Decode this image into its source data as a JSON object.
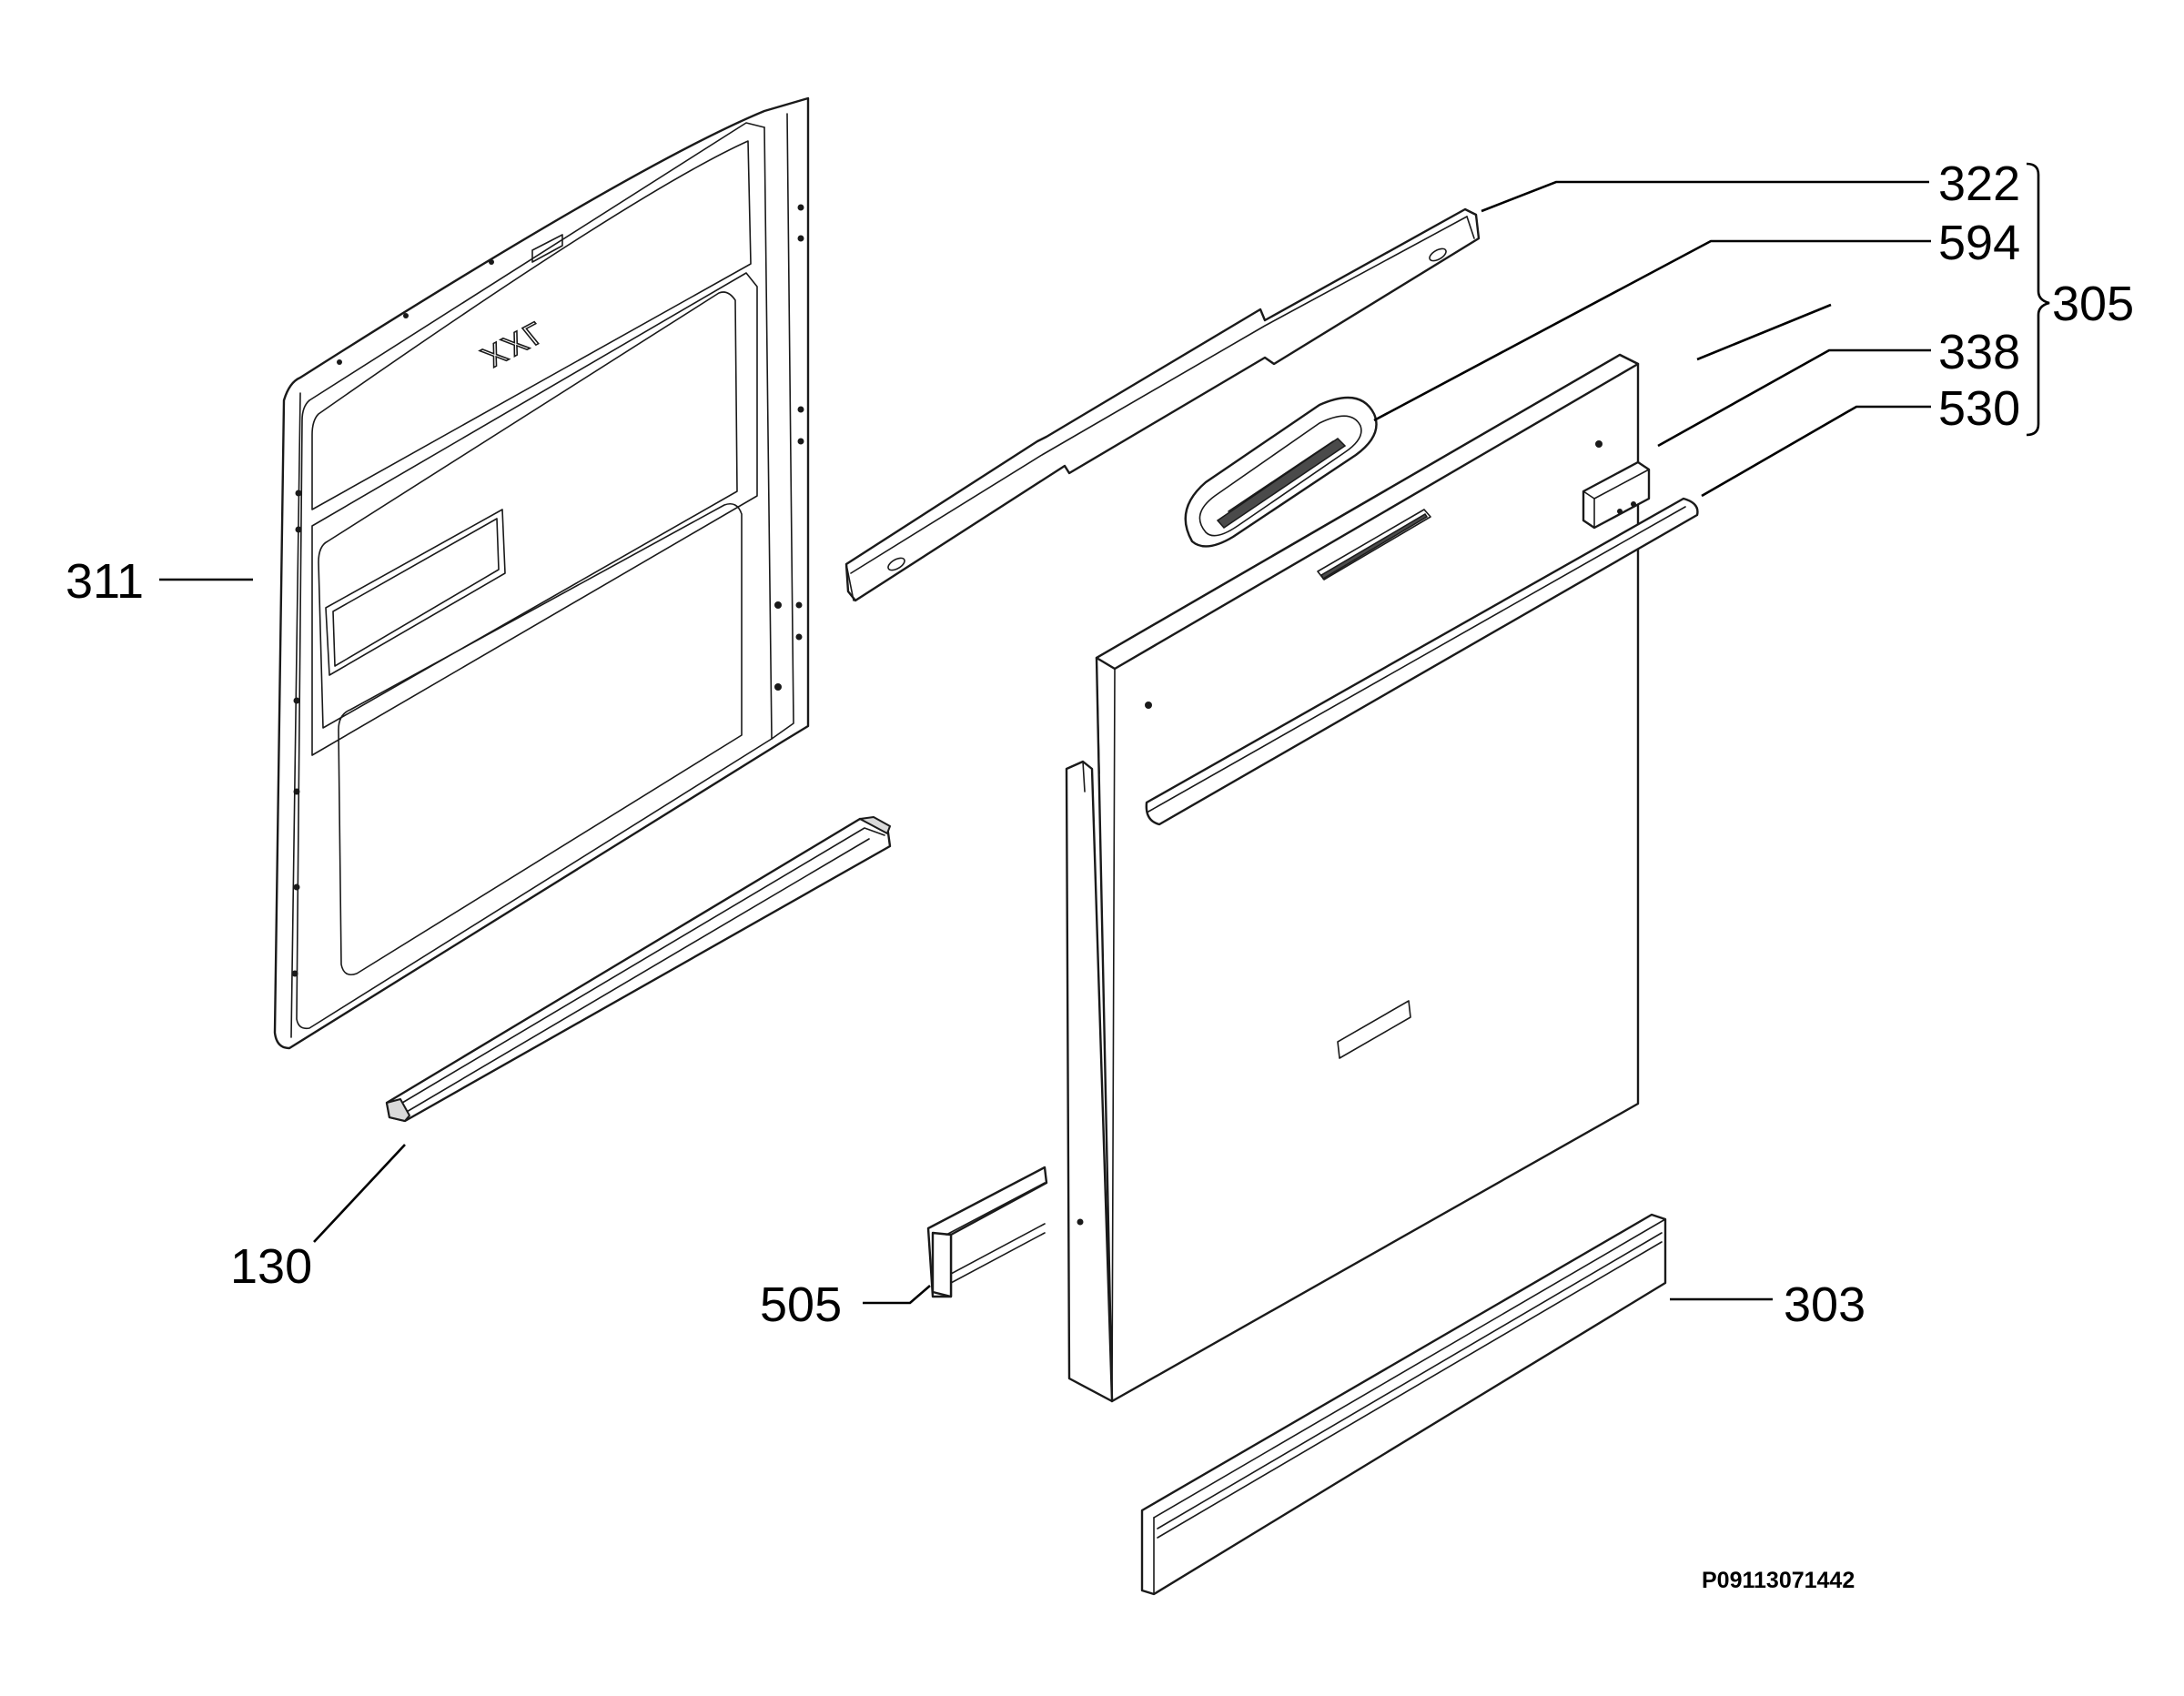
{
  "diagram": {
    "labels": {
      "inner_door": "311",
      "bottom_seal": "130",
      "upper_rail": "322",
      "handle": "594",
      "panel_set": "305",
      "hinge_block": "338",
      "top_trim": "530",
      "side_strip": "505",
      "kick_plate": "303"
    },
    "embossed_text": "XXL",
    "reference_code": "P09113071442"
  }
}
